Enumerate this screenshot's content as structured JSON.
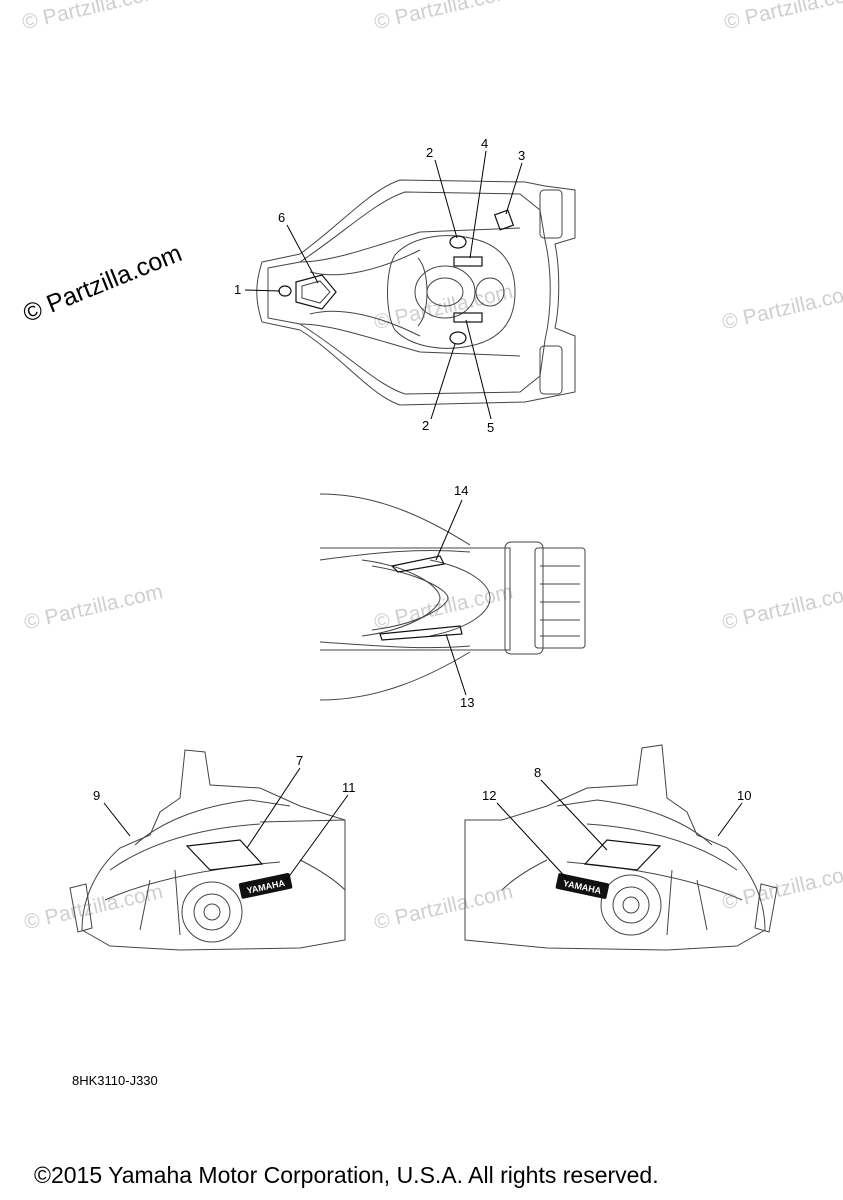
{
  "watermarks": {
    "main": "© Partzilla.com",
    "faded": "© Partzilla.com"
  },
  "callouts": {
    "top_view": [
      {
        "label": "1"
      },
      {
        "label": "2"
      },
      {
        "label": "3"
      },
      {
        "label": "4"
      },
      {
        "label": "6"
      },
      {
        "label": "2"
      },
      {
        "label": "5"
      }
    ],
    "rear_view": [
      {
        "label": "14"
      },
      {
        "label": "13"
      }
    ],
    "left_side_view": [
      {
        "label": "9"
      },
      {
        "label": "7"
      },
      {
        "label": "11"
      }
    ],
    "right_side_view": [
      {
        "label": "12"
      },
      {
        "label": "8"
      },
      {
        "label": "10"
      }
    ]
  },
  "logo_text": "YAMAHA",
  "diagram_id": "8HK3110-J330",
  "copyright": "©2015 Yamaha Motor Corporation, U.S.A. All rights reserved."
}
